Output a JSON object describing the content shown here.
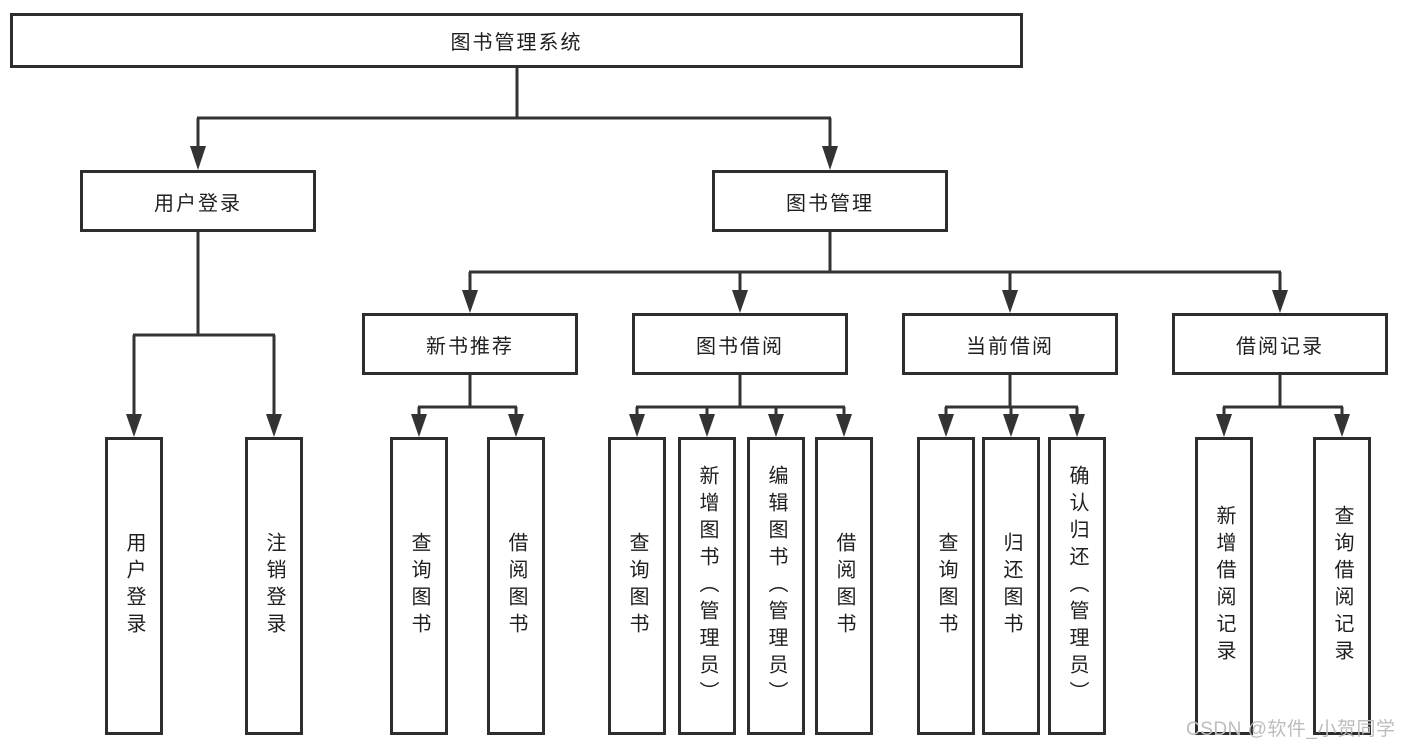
{
  "diagram": {
    "root": "图书管理系统",
    "branches": {
      "user_login": "用户登录",
      "book_mgmt": "图书管理"
    },
    "modules": {
      "new_books": "新书推荐",
      "book_borrow": "图书借阅",
      "current_borrow": "当前借阅",
      "borrow_records": "借阅记录"
    },
    "leaves": {
      "user_login": [
        "用户登录",
        "注销登录"
      ],
      "new_books": [
        "查询图书",
        "借阅图书"
      ],
      "book_borrow": [
        "查询图书",
        "新增图书（管理员）",
        "编辑图书（管理员）",
        "借阅图书"
      ],
      "current_borrow": [
        "查询图书",
        "归还图书",
        "确认归还（管理员）"
      ],
      "borrow_records": [
        "新增借阅记录",
        "查询借阅记录"
      ]
    }
  },
  "watermark": {
    "text": "CSDN @软件_小贺同学"
  },
  "colors": {
    "line": "#333333",
    "box_border": "#2d2d2d",
    "text": "#1f1f1f",
    "watermark": "#bdbdbd",
    "background": "#ffffff"
  }
}
